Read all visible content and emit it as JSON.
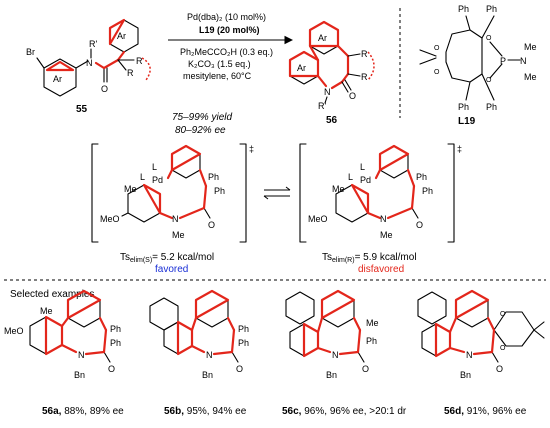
{
  "scheme": {
    "compound_sm": "55",
    "compound_prod": "56",
    "ligand": "L19",
    "conditions": {
      "line1": "Pd(dba)₂ (10 mol%)",
      "line2": "L19 (20 mol%)",
      "line3": "Ph₂MeCCO₂H (0.3 eq.)",
      "line4": "K₂CO₃ (1.5 eq.)",
      "line5": "mesitylene, 60°C"
    },
    "yield": "75–99% yield",
    "ee": "80–92% ee"
  },
  "atoms": {
    "br": "Br",
    "ar": "Ar",
    "rprime": "R'",
    "r": "R",
    "n": "N",
    "o": "O",
    "ph": "Ph",
    "p": "P",
    "me": "Me",
    "l": "L",
    "pd": "Pd",
    "meo": "MeO",
    "bn": "Bn"
  },
  "ts": {
    "dagger": "‡",
    "left_energy": "= 5.2 kcal/mol",
    "left_sub": "elim(S)",
    "left_label": "favored",
    "right_energy": "= 5.9 kcal/mol",
    "right_sub": "elim(R)",
    "right_label": "disfavored",
    "ts_prefix": "Ts",
    "colors": {
      "favored": "#1a2fd6",
      "disfavored": "#e3261b"
    }
  },
  "examples": {
    "heading": "Selected examples",
    "items": [
      {
        "id": "56a,",
        "text": " 88%, 89% ee"
      },
      {
        "id": "56b,",
        "text": " 95%, 94% ee"
      },
      {
        "id": "56c,",
        "text": " 96%, 96% ee, >20:1 dr"
      },
      {
        "id": "56d,",
        "text": " 91%, 96% ee"
      }
    ]
  },
  "colors": {
    "accent": "#e3261b",
    "ink": "#000000"
  }
}
